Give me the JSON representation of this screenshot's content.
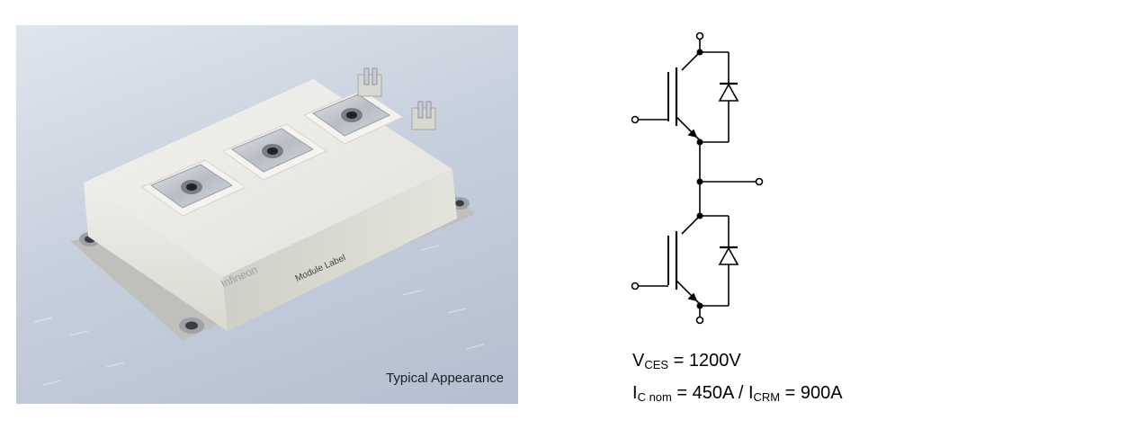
{
  "photo": {
    "caption": "Typical Appearance",
    "brand_text": "Infineon",
    "module_label_text": "Module Label"
  },
  "specs": {
    "vces": {
      "symbol": "V",
      "subscript": "CES",
      "value": " = 1200V"
    },
    "ic": {
      "symbol": "I",
      "subscript": "C nom",
      "value": " = 450A / ",
      "symbol2": "I",
      "subscript2": "CRM",
      "value2": " = 900A"
    }
  },
  "colors": {
    "module_body": "#ecebe5",
    "terminal_plate": "#c9ccd1",
    "wire": "#000000"
  }
}
